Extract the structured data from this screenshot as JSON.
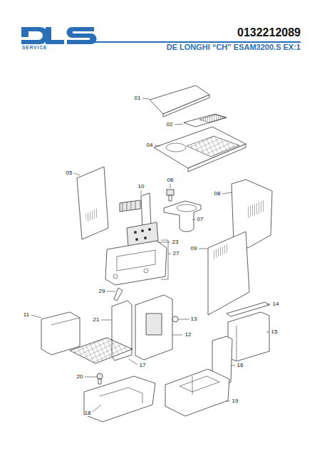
{
  "diagram": {
    "title": "0132212089",
    "labels": [
      "SERVICE",
      "DE LONGHI “CH” ESAM3200.S EX:1",
      "01",
      "02",
      "04",
      "05",
      "06",
      "07",
      "08",
      "09",
      "10",
      "11",
      "12",
      "13",
      "14",
      "15",
      "16",
      "17",
      "18",
      "19",
      "20",
      "21",
      "23",
      "27",
      "29"
    ]
  }
}
